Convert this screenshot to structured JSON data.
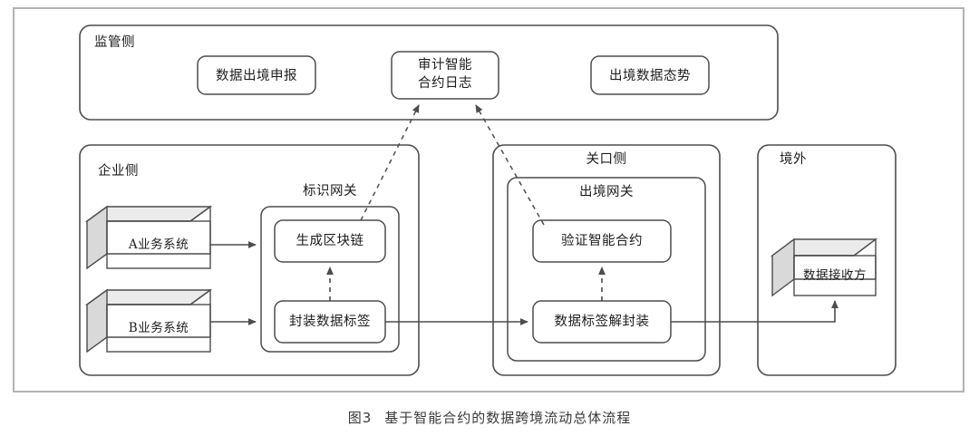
{
  "figure": {
    "caption_number": "图3",
    "caption_text": "基于智能合约的数据跨境流动总体流程"
  },
  "colors": {
    "stroke": "#4d4d4d",
    "frame": "#b3b3b3",
    "cube_top": "#ebebeb",
    "cube_side": "#d9d9d9",
    "cube_front": "#ffffff",
    "text": "#1d1d1d"
  },
  "zones": {
    "regulator": {
      "label": "监管侧",
      "nodes": [
        {
          "label": "数据出境申报"
        },
        {
          "label_line1": "审计智能",
          "label_line2": "合约日志"
        },
        {
          "label": "出境数据态势"
        }
      ]
    },
    "enterprise": {
      "label": "企业侧",
      "gateway": {
        "label": "标识网关",
        "nodes": [
          {
            "label": "生成区块链"
          },
          {
            "label": "封装数据标签"
          }
        ]
      },
      "systems": [
        {
          "label": "A业务系统"
        },
        {
          "label": "B业务系统"
        }
      ]
    },
    "customs": {
      "label": "关口侧",
      "gateway": {
        "label": "出境网关",
        "nodes": [
          {
            "label": "验证智能合约"
          },
          {
            "label": "数据标签解封装"
          }
        ]
      }
    },
    "overseas": {
      "label": "境外",
      "receiver": {
        "label": "数据接收方"
      }
    }
  },
  "flows": [
    {
      "from": "A业务系统",
      "to": "标识网关",
      "style": "solid"
    },
    {
      "from": "B业务系统",
      "to": "标识网关",
      "style": "solid"
    },
    {
      "from": "封装数据标签",
      "to": "生成区块链",
      "style": "dashed"
    },
    {
      "from": "封装数据标签",
      "to": "数据标签解封装",
      "style": "solid"
    },
    {
      "from": "数据标签解封装",
      "to": "验证智能合约",
      "style": "dashed"
    },
    {
      "from": "数据标签解封装",
      "to": "数据接收方",
      "style": "solid"
    },
    {
      "from": "生成区块链",
      "to": "审计智能合约日志",
      "style": "dashed"
    },
    {
      "from": "验证智能合约",
      "to": "审计智能合约日志",
      "style": "dashed"
    }
  ]
}
